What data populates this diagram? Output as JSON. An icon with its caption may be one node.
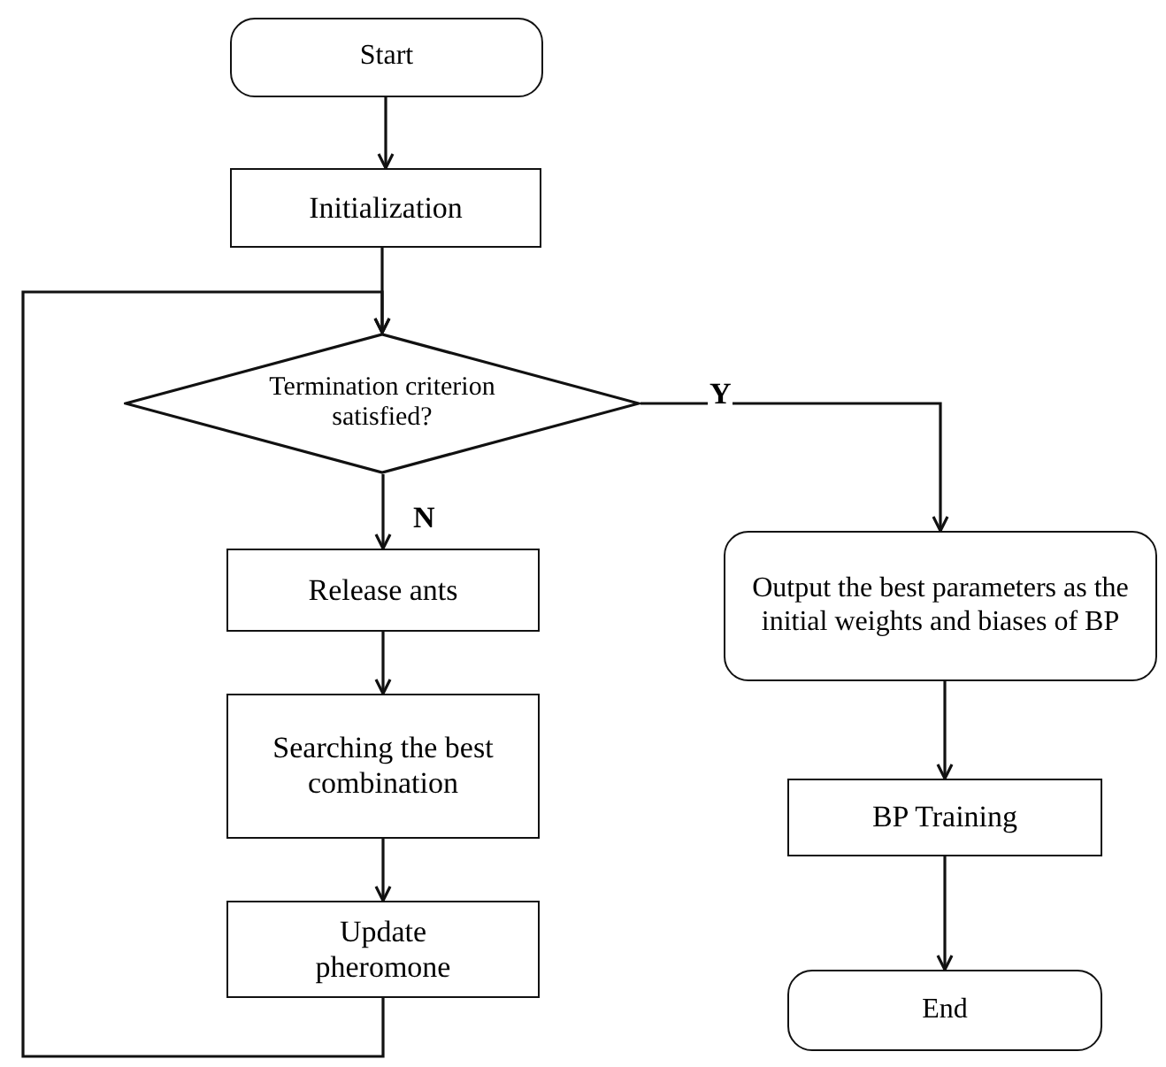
{
  "diagram": {
    "nodes": [
      {
        "text": [
          "Start"
        ]
      },
      {
        "text": [
          "Initialization"
        ]
      },
      {
        "text": [
          "Termination criterion satisfied?"
        ]
      },
      {
        "text": [
          "Release ants"
        ]
      },
      {
        "text": [
          "Searching the best combination"
        ]
      },
      {
        "text": [
          "Update pheromone"
        ]
      },
      {
        "text": [
          "Output the best parameters as the initial weights and biases of BP"
        ]
      },
      {
        "text": [
          "BP Training"
        ]
      },
      {
        "text": [
          "End"
        ]
      }
    ],
    "edges": [
      {
        "from": 0,
        "to": 1,
        "arrow": "to"
      },
      {
        "from": 1,
        "to": 2,
        "arrow": "to"
      },
      {
        "from": 2,
        "to": 3,
        "arrow": "to",
        "label": "N"
      },
      {
        "from": 3,
        "to": 4,
        "arrow": "to"
      },
      {
        "from": 4,
        "to": 5,
        "arrow": "to"
      },
      {
        "from": 5,
        "to": 2,
        "arrow": "to"
      },
      {
        "from": 2,
        "to": 6,
        "arrow": "to",
        "label": "Y"
      },
      {
        "from": 6,
        "to": 7,
        "arrow": "to"
      },
      {
        "from": 7,
        "to": 8,
        "arrow": "to"
      }
    ]
  }
}
